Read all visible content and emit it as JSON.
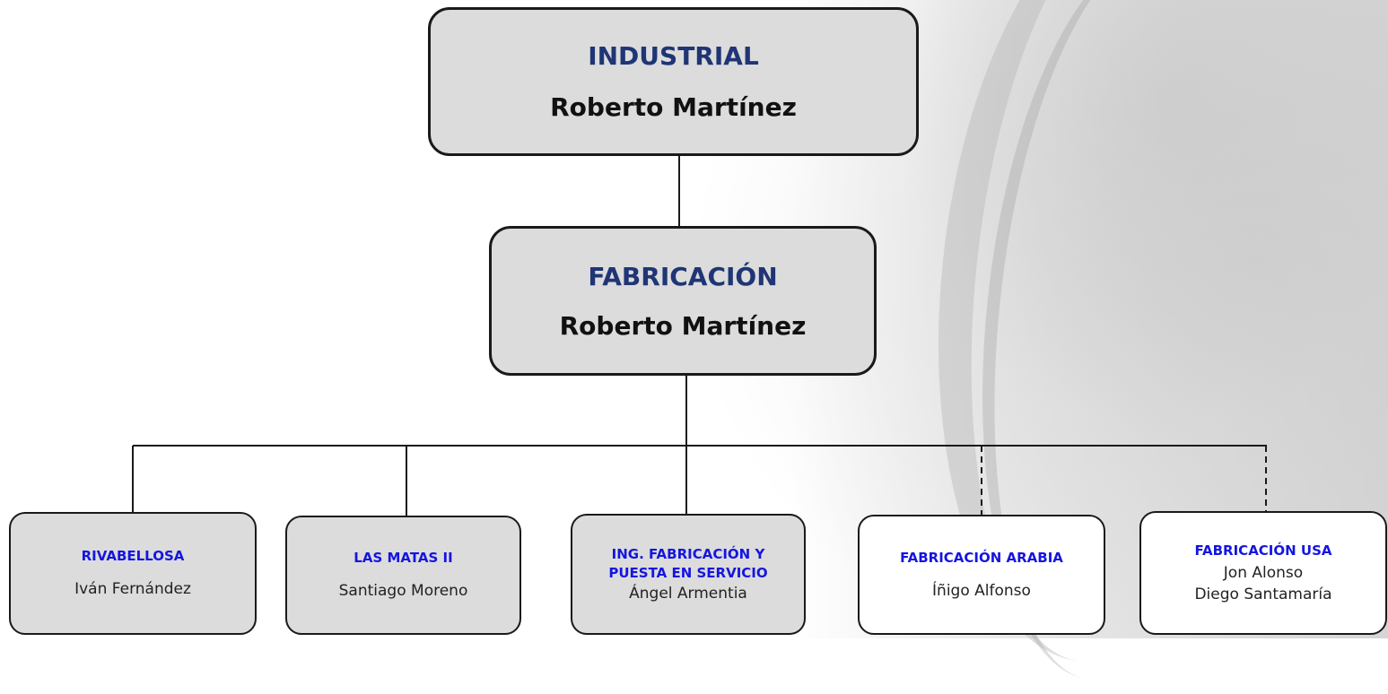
{
  "root": {
    "unit": "INDUSTRIAL",
    "manager": "Roberto Martínez"
  },
  "level2": {
    "unit": "FABRICACIÓN",
    "manager": "Roberto Martínez"
  },
  "children": [
    {
      "unit_lines": [
        "RIVABELLOSA"
      ],
      "names": [
        "Iván Fernández"
      ],
      "style": "solid",
      "link": "solid"
    },
    {
      "unit_lines": [
        "LAS MATAS II"
      ],
      "names": [
        "Santiago Moreno"
      ],
      "style": "solid",
      "link": "solid"
    },
    {
      "unit_lines": [
        "ING. FABRICACIÓN Y",
        "PUESTA EN SERVICIO"
      ],
      "names": [
        "Ángel Armentia"
      ],
      "style": "solid",
      "link": "solid"
    },
    {
      "unit_lines": [
        "FABRICACIÓN ARABIA"
      ],
      "names": [
        "Íñigo Alfonso"
      ],
      "style": "white",
      "link": "dashed"
    },
    {
      "unit_lines": [
        "FABRICACIÓN USA"
      ],
      "names": [
        "Jon Alonso",
        "Diego Santamaría"
      ],
      "style": "white",
      "link": "dashed"
    }
  ],
  "colors": {
    "unit_title": "#1f3575",
    "child_unit": "#1515e0",
    "box_fill": "#dcdcdc",
    "border": "#1a1a1a"
  }
}
